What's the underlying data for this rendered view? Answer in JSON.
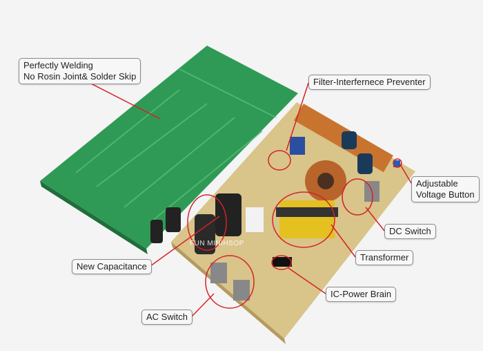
{
  "labels": {
    "welding_line1": "Perfectly Welding",
    "welding_line2": "No Rosin Joint& Solder Skip",
    "filter": "Filter-Interfernece Preventer",
    "adjust_line1": "Adjustable",
    "adjust_line2": "Voltage Button",
    "dc_switch": "DC Switch",
    "transformer": "Transformer",
    "capacitance": "New Capacitance",
    "ic": "IC-Power Brain",
    "ac_switch": "AC Switch"
  },
  "watermark": "FUN MINIHSOP",
  "colors": {
    "pcb_green": "#2f9a55",
    "pcb_tan": "#d9c48a",
    "callout": "#d4222a"
  }
}
